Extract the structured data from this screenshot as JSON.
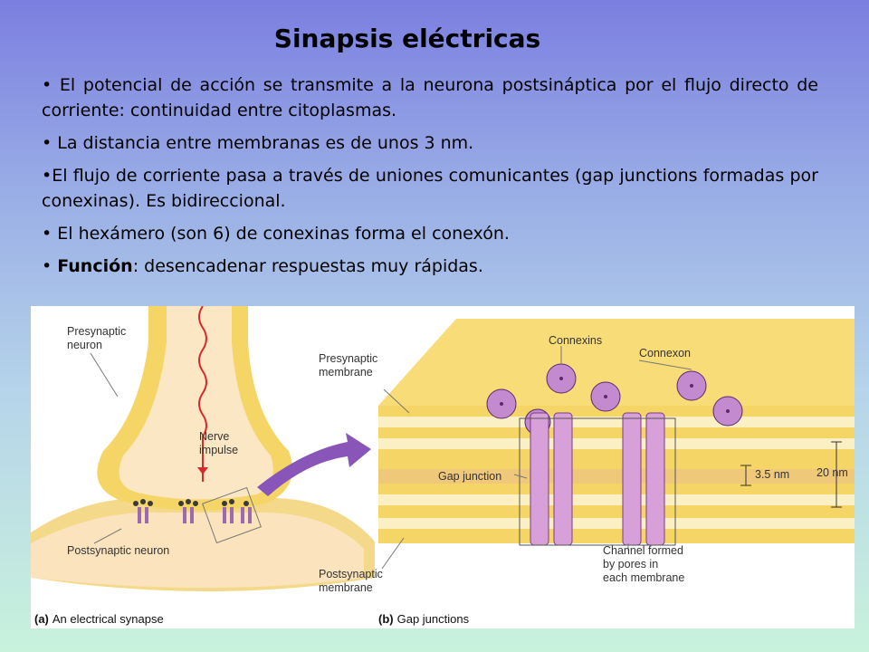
{
  "slide": {
    "title": "Sinapsis eléctricas",
    "bullets": [
      {
        "text": "• El potencial de acción se transmite a la neurona postsináptica por el flujo directo de corriente: continuidad entre citoplasmas."
      },
      {
        "text": "• La distancia entre membranas es de unos 3 nm."
      },
      {
        "text": "•El flujo de corriente pasa a través de uniones comunicantes (gap junctions formadas por conexinas). Es bidireccional."
      },
      {
        "text": "• El hexámero (son 6) de conexinas forma el conexón."
      },
      {
        "prefix": "• ",
        "bold": "Función",
        "rest": ": desencadenar respuestas muy rápidas."
      }
    ]
  },
  "figure": {
    "panel_a": {
      "label_presynaptic_1": "Presynaptic",
      "label_presynaptic_2": "neuron",
      "label_nerve_1": "Nerve",
      "label_nerve_2": "impulse",
      "label_postsynaptic": "Postsynaptic neuron",
      "caption_letter": "(a)",
      "caption_text": "An electrical synapse"
    },
    "panel_b": {
      "label_premem_1": "Presynaptic",
      "label_premem_2": "membrane",
      "label_connexins": "Connexins",
      "label_connexon": "Connexon",
      "label_gap": "Gap junction",
      "label_35": "3.5 nm",
      "label_20": "20 nm",
      "label_postmem_1": "Postsynaptic",
      "label_postmem_2": "membrane",
      "label_channel_1": "Channel formed",
      "label_channel_2": "by pores in",
      "label_channel_3": "each membrane",
      "caption_letter": "(b)",
      "caption_text": "Gap junctions"
    },
    "colors": {
      "membrane_yellow": "#f5d565",
      "cytoplasm": "#fbe7c4",
      "connexin": "#d8a0d8",
      "arrow": "#7b4aa8"
    }
  }
}
